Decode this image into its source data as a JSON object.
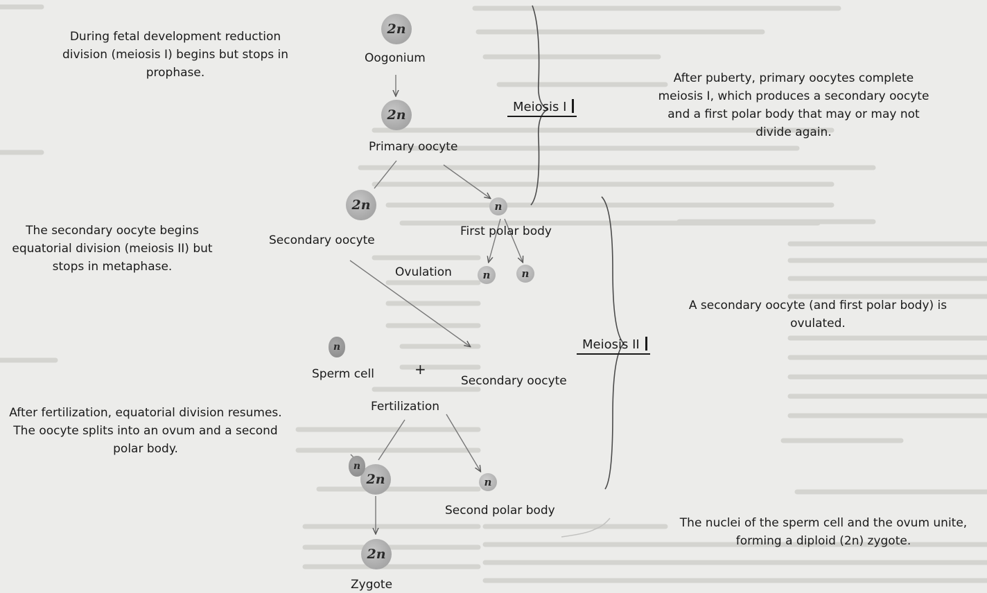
{
  "diagram": {
    "cells": {
      "oogonium": "2n",
      "primary_oocyte": "2n",
      "secondary_oocyte": "2n",
      "first_polar_body": "n",
      "polar_body_a": "n",
      "polar_body_b": "n",
      "sperm": "n",
      "fertilized_sperm": "n",
      "fertilized_egg": "2n",
      "second_polar_body": "n",
      "zygote": "2n"
    },
    "labels": {
      "oogonium": "Oogonium",
      "primary_oocyte": "Primary oocyte",
      "first_polar_body": "First polar body",
      "secondary_oocyte_left": "Secondary oocyte",
      "ovulation": "Ovulation",
      "sperm_cell": "Sperm cell",
      "plus": "+",
      "secondary_oocyte_right": "Secondary oocyte",
      "fertilization": "Fertilization",
      "second_polar_body": "Second polar body",
      "zygote": "Zygote"
    },
    "stages": {
      "meiosis_1": "Meiosis I",
      "meiosis_2": "Meiosis II"
    },
    "notes": {
      "fetal": "During fetal development reduction division (meiosis I) begins but stops in prophase.",
      "puberty": "After puberty, primary oocytes complete meiosis I, which produces a secondary oocyte and a first polar body that may or may not divide again.",
      "secondary": "The secondary oocyte begins equatorial division (meiosis II) but stops in metaphase.",
      "ovulated": "A secondary oocyte (and first polar body) is ovulated.",
      "fertilization": "After fertilization, equatorial division resumes. The oocyte splits into an ovum and a second polar body.",
      "nuclei": "The nuclei of the sperm cell and the ovum unite, forming a diploid (2n) zygote."
    }
  }
}
